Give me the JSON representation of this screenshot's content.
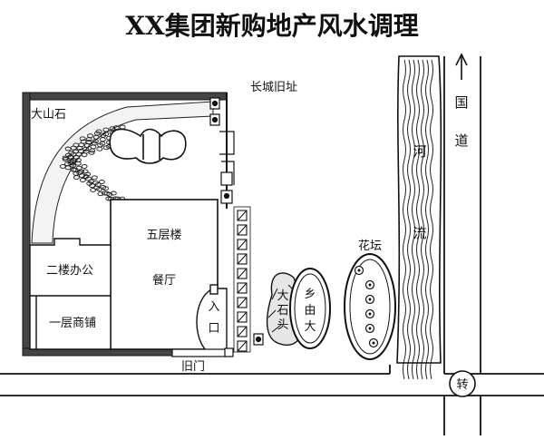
{
  "title": "XX集团新购地产风水调理",
  "labels": {
    "great_wall_ruins": "长城旧址",
    "big_rock_mountain": "大山石",
    "five_story_building": "五层楼",
    "restaurant": "餐厅",
    "second_floor_office": "二楼办公",
    "first_floor_shops": "一层商铺",
    "entrance_1": "入",
    "entrance_2": "口",
    "old_gate": "旧门",
    "flower_bed": "花坛",
    "river_1": "河",
    "river_2": "流",
    "highway_1": "国",
    "highway_2": "道",
    "stone_text_1": "大",
    "stone_text_2": "石",
    "stone_text_3": "头",
    "stone_oval_1": "乡",
    "stone_oval_2": "由",
    "stone_oval_3": "大",
    "crossroad_glyph": "转"
  }
}
